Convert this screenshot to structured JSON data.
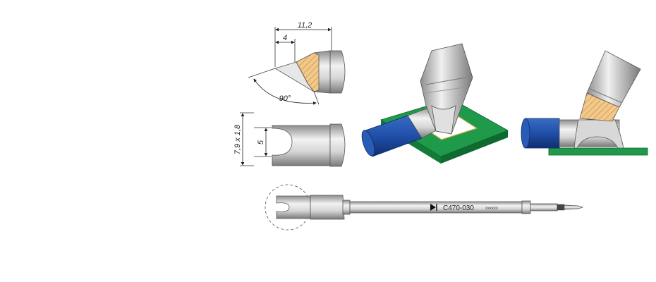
{
  "dimensions": {
    "overall_length": "11,2",
    "tip_length": "4",
    "angle": "90°",
    "width_thickness": "7,9 x 1,8",
    "slot_width": "5"
  },
  "tip": {
    "part_number": "C470-030",
    "serial_mark": "xxxxxx"
  },
  "colors": {
    "cable_blue": "#1f4fa8",
    "pcb_green": "#1f9a4a",
    "hatch_fill": "#f3c98a",
    "metal": "#c9c9c9"
  }
}
